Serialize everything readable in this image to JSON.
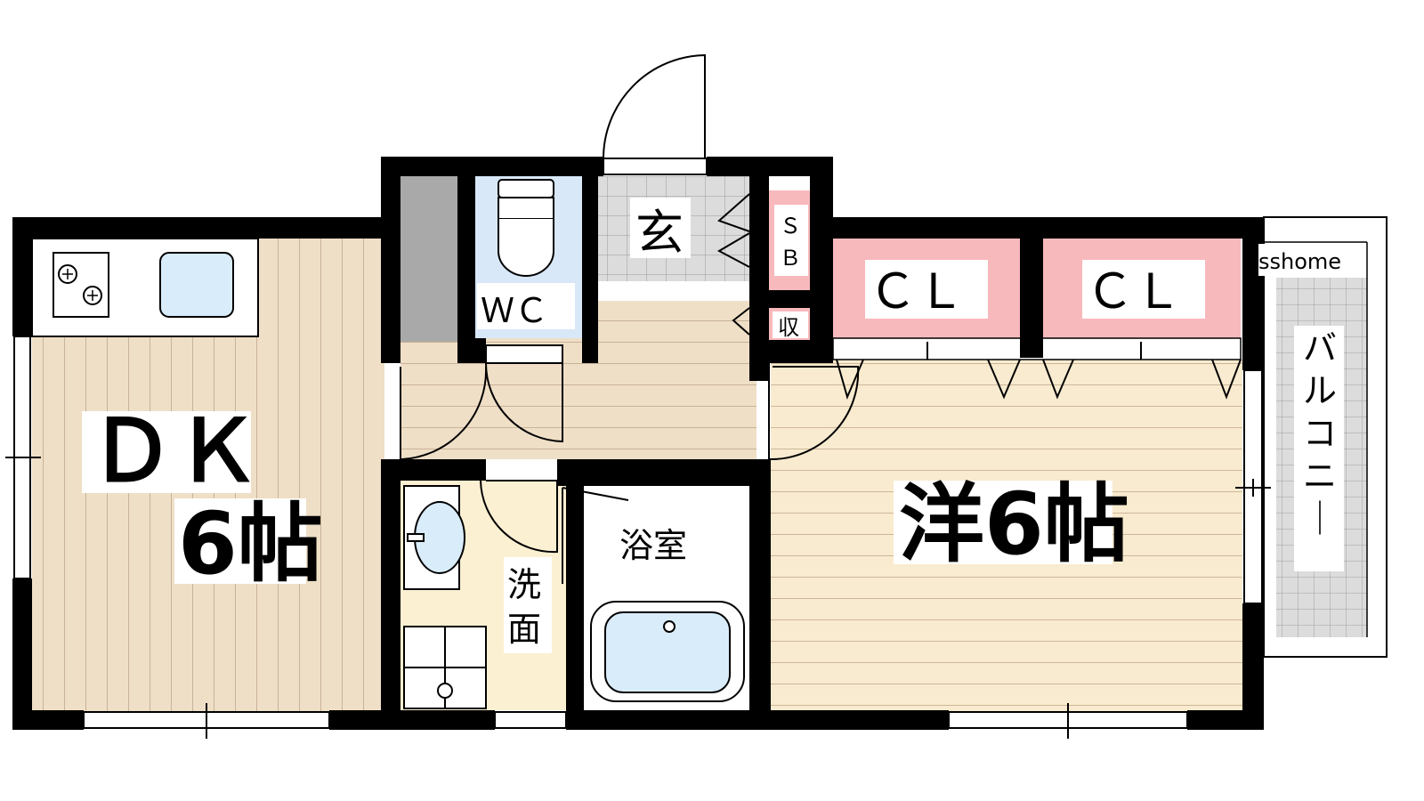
{
  "rooms": {
    "dk": {
      "name": "ＤＫ",
      "size": "6帖"
    },
    "western": {
      "label": "洋6帖"
    },
    "entrance": {
      "label": "玄"
    },
    "wc": {
      "label": "ＷＣ"
    },
    "bath": {
      "label": "浴室"
    },
    "washroom": {
      "label": "洗\n面"
    },
    "balcony": {
      "label": "バルコニー"
    }
  },
  "storage": {
    "shoe_box": {
      "label": "ＳＢ"
    },
    "storage_small": {
      "label": "収"
    },
    "closet_1": {
      "label": "ＣＬ"
    },
    "closet_2": {
      "label": "ＣＬ"
    }
  },
  "watermark": "sshome",
  "colors": {
    "wall": "#000000",
    "floor_wood": "#efdfc7",
    "floor_western": "#f9ebcf",
    "closet": "#f8b9bc",
    "wc_floor": "#d8e8f8",
    "fixture": "#d9ecfa",
    "tile": "#d9d9d9",
    "wash_floor": "#fbf0d2"
  }
}
